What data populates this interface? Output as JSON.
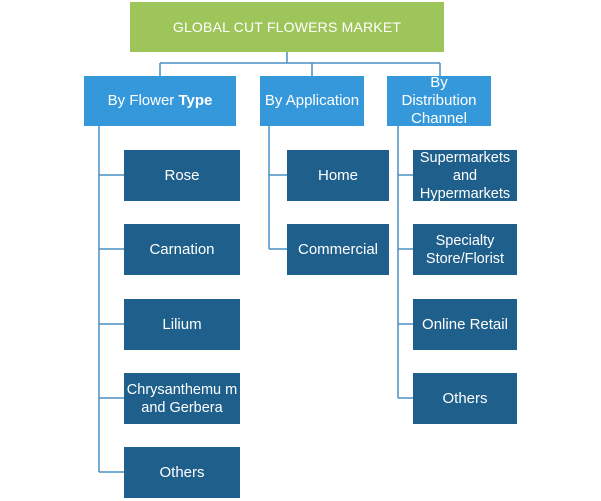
{
  "title": "GLOBAL CUT FLOWERS MARKET",
  "categories": [
    {
      "label_prefix": "By Flower ",
      "label_bold": "Type",
      "items": [
        "Rose",
        "Carnation",
        "Lilium",
        "Chrysanthemu m and Gerbera",
        "Others"
      ]
    },
    {
      "label": "By Application",
      "items": [
        "Home",
        "Commercial"
      ]
    },
    {
      "label": "By Distribution Channel",
      "items": [
        "Supermarkets and Hypermarkets",
        "Specialty Store/Florist",
        "Online Retail",
        "Others"
      ]
    }
  ],
  "colors": {
    "root": "#9dc55a",
    "category": "#3498db",
    "leaf": "#1f5f8b",
    "connector": "#4a90c4"
  }
}
